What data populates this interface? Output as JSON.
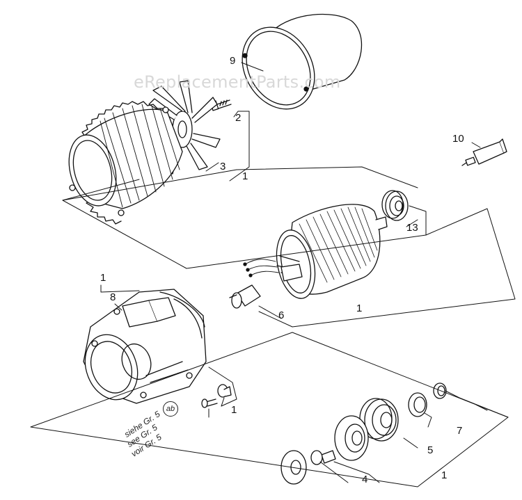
{
  "watermark": "eReplacementParts.com",
  "callouts": {
    "c1_housing": "1",
    "c2": "2",
    "c3": "3",
    "c9": "9",
    "c10": "10",
    "c13": "13",
    "c1_rotor": "1",
    "c1_flange_group": "1",
    "c8": "8",
    "c6": "6",
    "c1_plug": "1",
    "c7": "7",
    "c5": "5",
    "c4": "4",
    "c1_bearing_group": "1"
  },
  "reference": {
    "line_de": "siehe Gr. 5",
    "line_en": "see Gr. 5",
    "line_fr": "voir Gr. 5",
    "badge": "ab"
  }
}
